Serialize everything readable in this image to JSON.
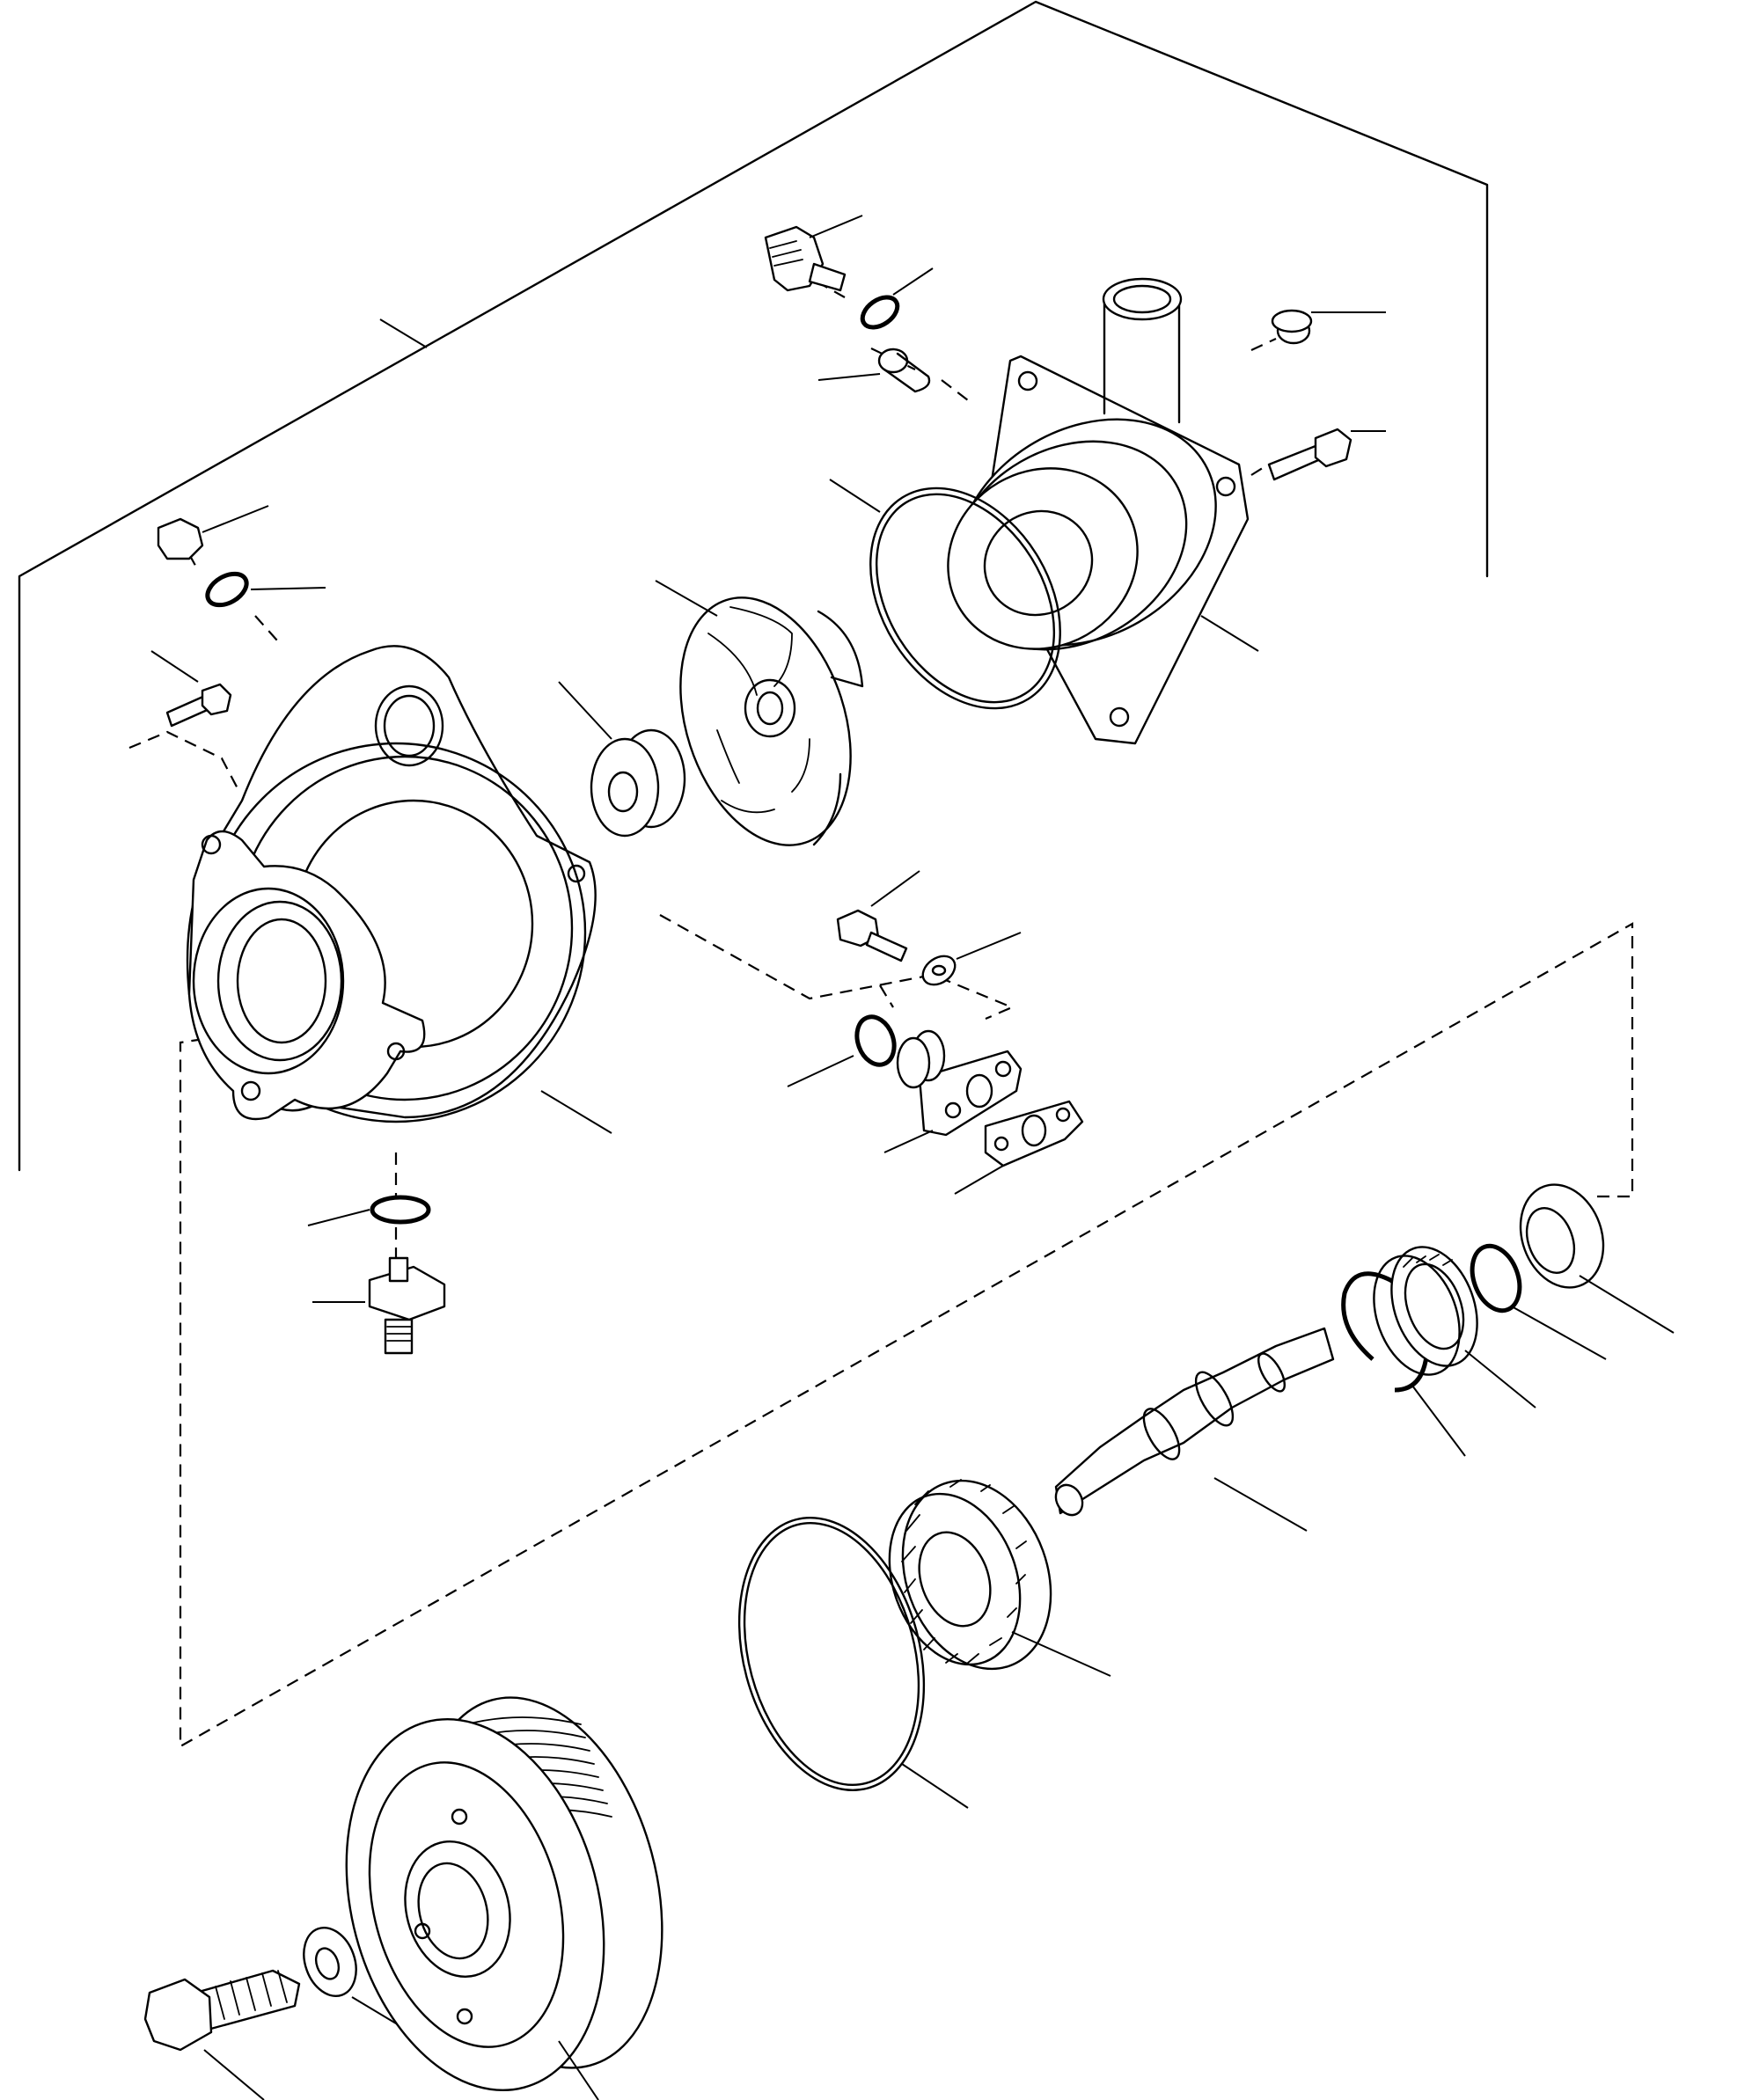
{
  "figure": {
    "type": "exploded-parts-diagram",
    "labels_printed": false,
    "line_color": "#000000",
    "background": "#ffffff"
  },
  "parts": [
    {
      "id": "housing-bracket-frame"
    },
    {
      "id": "outlet-cover"
    },
    {
      "id": "outlet-cover-o-ring"
    },
    {
      "id": "cover-bolt"
    },
    {
      "id": "cover-plug"
    },
    {
      "id": "temperature-sender"
    },
    {
      "id": "sender-o-ring"
    },
    {
      "id": "bleed-screw"
    },
    {
      "id": "impeller"
    },
    {
      "id": "mechanical-seal"
    },
    {
      "id": "pump-housing"
    },
    {
      "id": "housing-bolt"
    },
    {
      "id": "housing-plug"
    },
    {
      "id": "plug-o-ring"
    },
    {
      "id": "drain-fitting"
    },
    {
      "id": "drain-o-ring"
    },
    {
      "id": "flange-bolt"
    },
    {
      "id": "flange-washer"
    },
    {
      "id": "flange-o-ring"
    },
    {
      "id": "inlet-flange"
    },
    {
      "id": "flange-gasket-1"
    },
    {
      "id": "flange-gasket-2"
    },
    {
      "id": "shaft"
    },
    {
      "id": "bearing"
    },
    {
      "id": "circlip"
    },
    {
      "id": "snap-ring"
    },
    {
      "id": "oil-seal"
    },
    {
      "id": "drive-gear"
    },
    {
      "id": "housing-o-ring"
    },
    {
      "id": "pulley"
    },
    {
      "id": "pulley-washer"
    },
    {
      "id": "pulley-bolt"
    }
  ]
}
